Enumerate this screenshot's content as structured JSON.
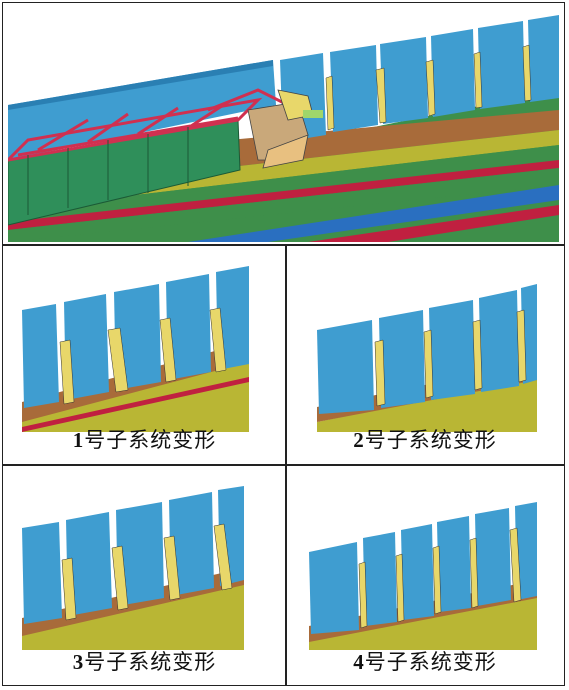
{
  "panels": [
    {
      "num": "1",
      "label": "号子系统变形"
    },
    {
      "num": "2",
      "label": "号子系统变形"
    },
    {
      "num": "3",
      "label": "号子系统变形"
    },
    {
      "num": "4",
      "label": "号子系统变形"
    }
  ],
  "colors": {
    "wall_blue": "#3f9dd0",
    "wall_blue_dark": "#2a7fb3",
    "absorber_yellow": "#e8d76a",
    "ground_brown": "#a86b3a",
    "ground_olive": "#b9b634",
    "ground_green": "#3e8f4a",
    "ground_red": "#c02040",
    "train_green": "#2f8f5a",
    "train_red": "#d03050"
  }
}
